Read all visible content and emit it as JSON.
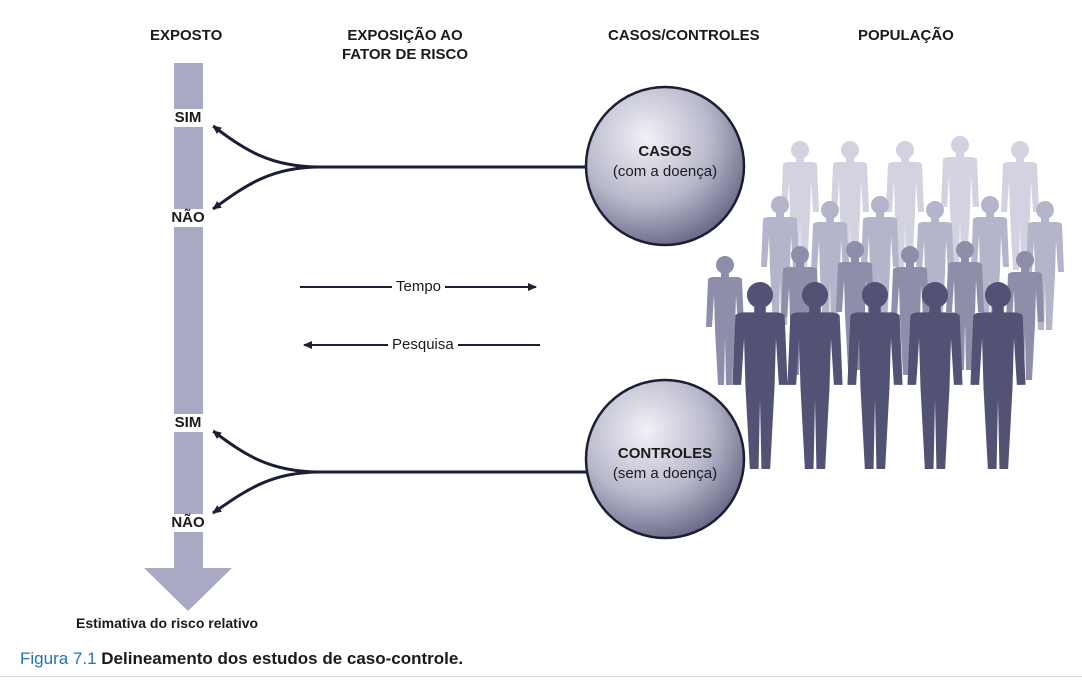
{
  "headers": {
    "exposed": "EXPOSTO",
    "exposure_line1": "EXPOSIÇÃO AO",
    "exposure_line2": "FATOR DE RISCO",
    "cases_controls": "CASOS/CONTROLES",
    "population": "POPULAÇÃO"
  },
  "bar_labels": {
    "cases_yes": "SIM",
    "cases_no": "NÃO",
    "controls_yes": "SIM",
    "controls_no": "NÃO"
  },
  "cases_circle": {
    "title": "CASOS",
    "subtitle": "(com a doença)"
  },
  "controls_circle": {
    "title": "CONTROLES",
    "subtitle": "(sem a doença)"
  },
  "time_arrows": {
    "forward_label": "Tempo",
    "backward_label": "Pesquisa"
  },
  "result_label": "Estimativa do risco relativo",
  "caption": {
    "figure_number": "Figura 7.1",
    "text": "Delineamento dos estudos de caso-controle."
  },
  "colors": {
    "bar": "#a9a9c3",
    "circle_light": "#f1f1f6",
    "circle_dark": "#5f5f7f",
    "arrow": "#1c1f33",
    "people_back": "#c6c6d6",
    "people_mid": "#9a9ab4",
    "people_front": "#525275",
    "caption_accent": "#1f73b7"
  }
}
